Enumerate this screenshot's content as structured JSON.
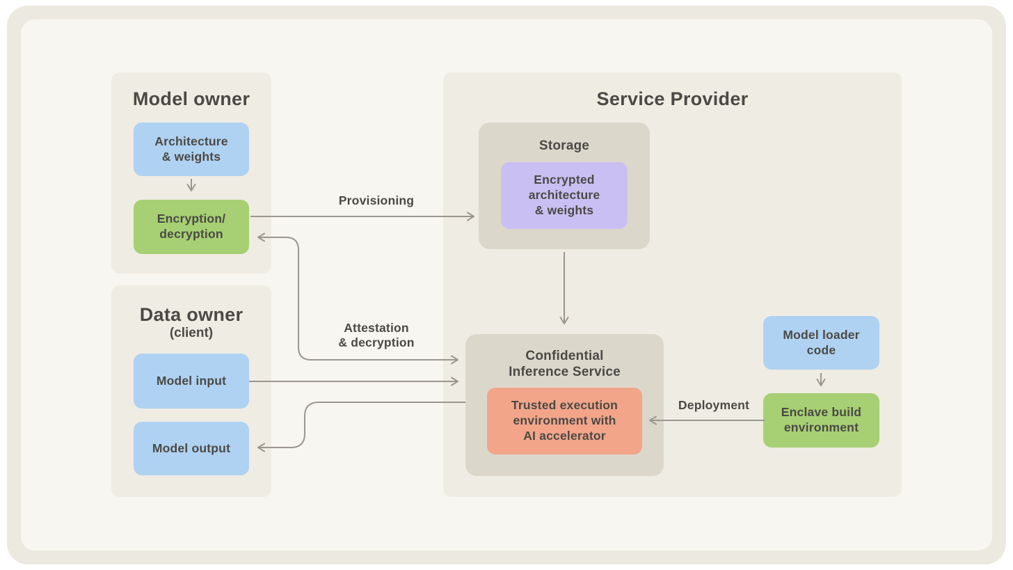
{
  "colors": {
    "frame": "#ECE9E0",
    "canvas": "#F8F6F0",
    "panel": "#EFECE3",
    "group": "#DBD8CB",
    "blue": "#AFD2F2",
    "green": "#A6D073",
    "purple": "#CABFF2",
    "salmon": "#F2A589",
    "line": "#9B968F",
    "text": "#4B4945"
  },
  "panels": {
    "model_owner": {
      "title": "Model owner"
    },
    "data_owner": {
      "title": "Data owner",
      "subtitle": "(client)"
    },
    "service_provider": {
      "title": "Service Provider"
    }
  },
  "groups": {
    "storage": {
      "title": "Storage"
    },
    "confidential_inference": {
      "title": "Confidential\nInference Service"
    }
  },
  "nodes": {
    "architecture_weights": {
      "label": "Architecture\n& weights"
    },
    "encryption_decryption": {
      "label": "Encryption/\ndecryption"
    },
    "model_input": {
      "label": "Model input"
    },
    "model_output": {
      "label": "Model output"
    },
    "encrypted_architecture_weights": {
      "label": "Encrypted\narchitecture\n& weights"
    },
    "trusted_execution_environment": {
      "label": "Trusted execution\nenvironment with\nAI accelerator"
    },
    "model_loader_code": {
      "label": "Model loader\ncode"
    },
    "enclave_build_environment": {
      "label": "Enclave build\nenvironment"
    }
  },
  "edges": {
    "provisioning": {
      "label": "Provisioning"
    },
    "attestation_decryption": {
      "label": "Attestation\n& decryption"
    },
    "deployment": {
      "label": "Deployment"
    }
  }
}
